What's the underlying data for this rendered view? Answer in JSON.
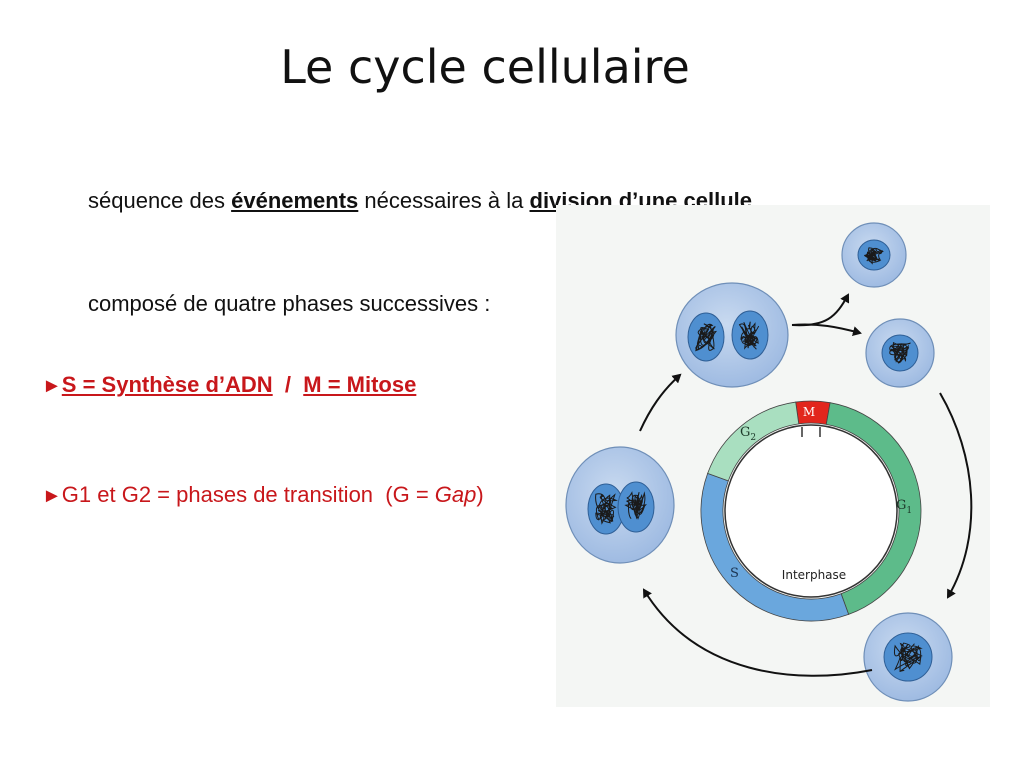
{
  "slide": {
    "title": "Le cycle cellulaire",
    "line1": {
      "pre": "séquence des ",
      "bold1": "événements",
      "mid": " nécessaires à la ",
      "bold2": "division d’une cellule"
    },
    "line2": "composé de quatre phases successives :",
    "bullet_symbol": "►",
    "line3": {
      "part1": "S = Synthèse d’ADN",
      "sep": "  /  ",
      "part2": "M = Mitose"
    },
    "line4": {
      "pre": "G1 et G2 = phases de transition  (G = ",
      "italic": "Gap",
      "post": ")"
    }
  },
  "diagram": {
    "phases": {
      "m": "M",
      "g2": "G",
      "g2_sub": "2",
      "g1": "G",
      "g1_sub": "1",
      "s": "S",
      "interphase": "Interphase"
    },
    "colors": {
      "m": "#e2261d",
      "g1": "#5dbb8a",
      "g2": "#a9dfc0",
      "s": "#6aa7dd",
      "cell_outer": "#a8c4e6",
      "cell_nucleus": "#4f8fd0"
    }
  }
}
